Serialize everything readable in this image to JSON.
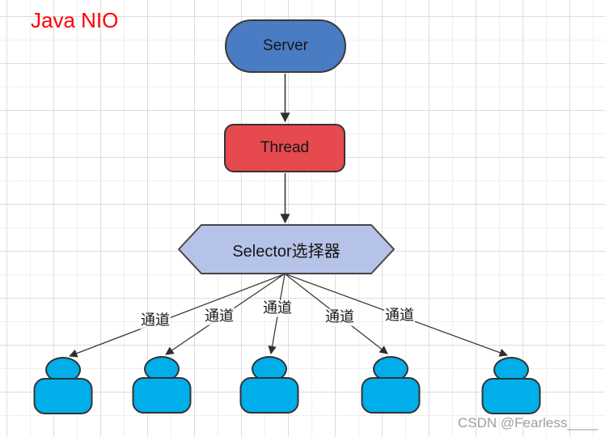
{
  "title": {
    "text": "Java NIO",
    "color": "#ff0000"
  },
  "diagram": {
    "nodes": [
      {
        "id": "server",
        "label": "Server",
        "shape": "stadium",
        "fill": "#4a7cc4"
      },
      {
        "id": "thread",
        "label": "Thread",
        "shape": "rounded-rect",
        "fill": "#e6494e"
      },
      {
        "id": "selector",
        "label": "Selector选择器",
        "shape": "hexagon",
        "fill": "#b6c3e9"
      }
    ],
    "edges": [
      {
        "from": "server",
        "to": "thread",
        "label": ""
      },
      {
        "from": "thread",
        "to": "selector",
        "label": ""
      }
    ],
    "edge_labels": [
      "通道",
      "通道",
      "通道",
      "通道",
      "通道"
    ],
    "clients": {
      "count": 5,
      "icon": "person-icon",
      "fill": "#00aeea"
    }
  },
  "watermark": {
    "text": "CSDN @Fearless____"
  }
}
